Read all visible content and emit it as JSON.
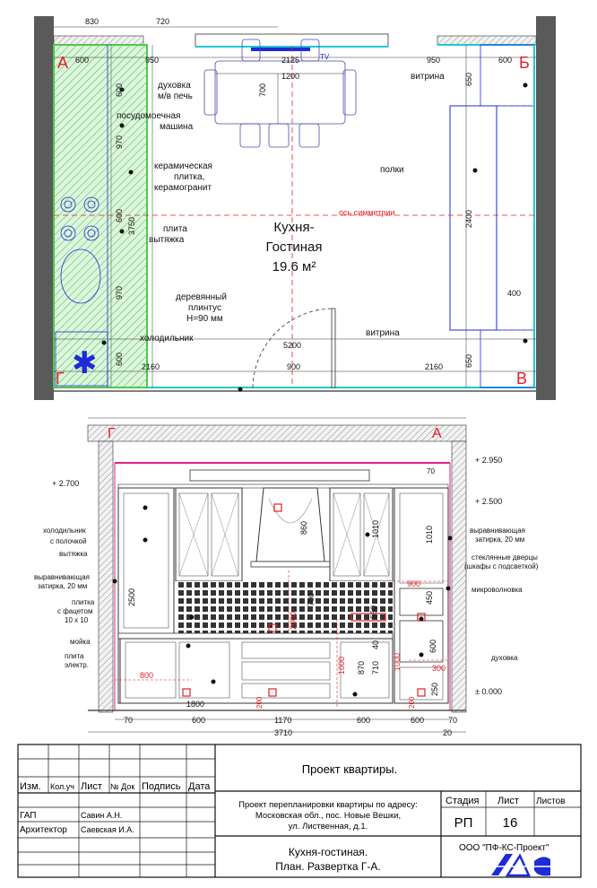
{
  "colors": {
    "wall": "#5a5a5a",
    "kitchen_zone": "#4cc94c",
    "accent_blue": "#1e2bd6",
    "cyan": "#22c7d6",
    "red": "#e41e26",
    "magenta": "#e0208a",
    "tile": "#333333"
  },
  "plan": {
    "corner_a": "А",
    "corner_b": "Б",
    "corner_v": "В",
    "corner_g": "Г",
    "star": "✱",
    "tv": "TV",
    "room_name_1": "Кухня-",
    "room_name_2": "Гостиная",
    "room_area": "19.6 м²",
    "symmetry_axis": "ось симметрии",
    "dims": {
      "top_830": "830",
      "top_720": "720",
      "d600_left": "600",
      "d950_left": "950",
      "d2125": "2125",
      "d950_right": "950",
      "d600_right": "600",
      "d1200": "1200",
      "d700": "700",
      "v600_a": "600",
      "v970_a": "970",
      "v600_b": "600",
      "v3750": "3750",
      "v970_b": "970",
      "v600_c": "600",
      "r650_top": "650",
      "r2400": "2400",
      "r400": "400",
      "r650_bot": "650",
      "d5200": "5200",
      "d2160_left": "2160",
      "d900": "900",
      "d2160_right": "2160"
    },
    "labels": {
      "oven_1": "духовка",
      "oven_2": "м/в печь",
      "dishwasher_1": "посудомоечная",
      "dishwasher_2": "машина",
      "ceramic_1": "керамическая",
      "ceramic_2": "плитка,",
      "ceramic_3": "керамогранит",
      "hob_1": "плита",
      "hob_2": "вытяжка",
      "plinth_1": "деревянный",
      "plinth_2": "плинтус",
      "plinth_3": "H=90 мм",
      "fridge": "холодильник",
      "showcase_top": "витрина",
      "shelves": "полки",
      "showcase_bottom": "витрина"
    }
  },
  "elevation": {
    "corner_g": "Г",
    "corner_a": "А",
    "levels": {
      "l2950": "+ 2.950",
      "l2700": "+ 2.700",
      "l2500": "+ 2.500",
      "l0000": "± 0.000"
    },
    "left_labels": {
      "fridge_1": "холодильник",
      "fridge_2": "с полочкой",
      "fridge_3": "вытяжка",
      "leveling_1": "выравнивающая",
      "leveling_2": "затирка, 20 мм",
      "tile_1": "плитка",
      "tile_2": "с фацетом",
      "tile_3": "10 х 10",
      "sink": "мойка",
      "hob_1": "плита",
      "hob_2": "электр."
    },
    "right_labels": {
      "leveling_1": "выравнивающая",
      "leveling_2": "затирка, 20 мм",
      "glass_1": "стеклянные дверцы",
      "glass_2": "(шкафы с подсветкой)",
      "microwave": "микроволновка",
      "oven": "духовка"
    },
    "dims": {
      "d70_top": "70",
      "v2500": "2500",
      "v860": "860",
      "v1010_a": "1010",
      "v1010_b": "1010",
      "v700": "700",
      "v2000": "2000",
      "v550": "550",
      "v450": "450",
      "v600": "600",
      "v870": "870",
      "v710": "710",
      "v40": "40",
      "v1000_a": "1000",
      "v1000_b": "1000",
      "v250": "250",
      "v200_a": "200",
      "v200_b": "200",
      "h900": "900",
      "h800": "800",
      "h300": "300",
      "h1800": "1800",
      "b70_l": "70",
      "b600_a": "600",
      "b1170": "1170",
      "b600_b": "600",
      "b600_c": "600",
      "b70_r": "70",
      "b3710": "3710",
      "b20": "20"
    }
  },
  "stamp": {
    "project_title": "Проект квартиры.",
    "h_izm": "Изм.",
    "h_kol": "Кол.уч",
    "h_list": "Лист",
    "h_ndok": "№ Док",
    "h_podpis": "Подпись",
    "h_data": "Дата",
    "role_gap": "ГАП",
    "name_gap": "Савин А.Н.",
    "role_arch": "Архитектор",
    "name_arch": "Саевская И.А.",
    "address_1": "Проект перепланировки квартиры по адресу:",
    "address_2": "Московская обл., пос. Новые Вешки,",
    "address_3": "ул. Лиственная, д.1.",
    "h_stadia": "Стадия",
    "h_sheet": "Лист",
    "h_sheets": "Листов",
    "stage": "РП",
    "sheet_no": "16",
    "sheet_title_1": "Кухня-гостиная.",
    "sheet_title_2": "План. Развертка Г-А.",
    "company": "ООО \"ПФ-КС-Проект\""
  }
}
